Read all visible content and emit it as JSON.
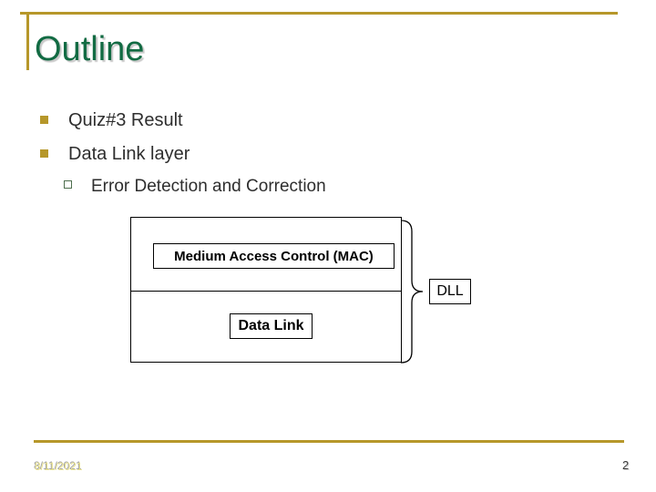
{
  "slide": {
    "title": "Outline",
    "bullets": [
      {
        "level": 1,
        "text": "Quiz#3 Result"
      },
      {
        "level": 1,
        "text": "Data Link layer"
      },
      {
        "level": 2,
        "text": "Error Detection and Correction"
      }
    ],
    "diagram": {
      "mac_box_label": "Medium Access Control (MAC)",
      "data_link_box_label": "Data Link",
      "brace_label": "DLL"
    },
    "footer": {
      "date": "8/11/2021",
      "page_number": "2"
    },
    "colors": {
      "accent_gold": "#b6972a",
      "title_green": "#126b43",
      "body_text": "#2e2e2e",
      "sub_bullet_outline": "#4e6e4e",
      "date_text": "#e8e18a"
    }
  }
}
